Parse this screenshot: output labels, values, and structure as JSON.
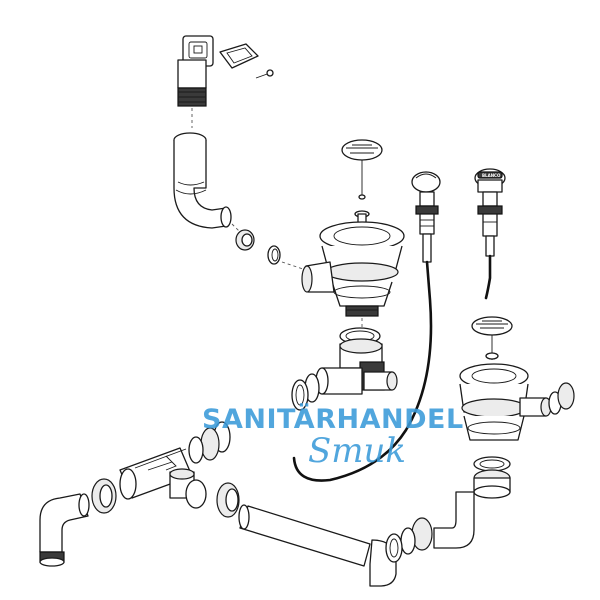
{
  "figure": {
    "watermark": {
      "line1": "SANITÄRHANDEL",
      "line2": "Smuk"
    },
    "part_labels": {
      "knob_brand": "BLANCO"
    }
  }
}
